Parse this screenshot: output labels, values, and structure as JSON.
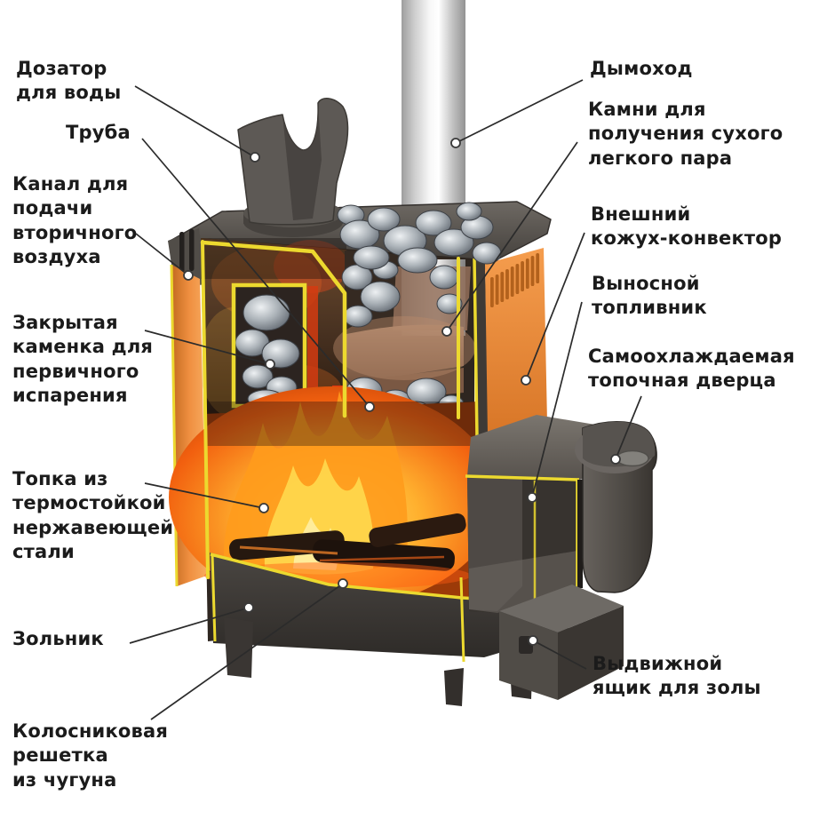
{
  "diagram_type": "sauna-stove-cutaway",
  "labels": {
    "left": [
      {
        "id": "dozator",
        "text": "Дозатор\nдля воды"
      },
      {
        "id": "truba",
        "text": "Труба"
      },
      {
        "id": "kanal",
        "text": "Канал для\nподачи\nвторичного\nвоздуха"
      },
      {
        "id": "zakrytaya",
        "text": "Закрытая\nкаменка для\nпервичного\nиспарения"
      },
      {
        "id": "topka",
        "text": "Топка из\nтермостойкой\nнержавеющей\nстали"
      },
      {
        "id": "zolnik",
        "text": "Зольник"
      },
      {
        "id": "kolosnik",
        "text": "Колосниковая\nрешетка\nиз чугуна"
      }
    ],
    "right": [
      {
        "id": "dymohod",
        "text": "Дымоход"
      },
      {
        "id": "kamni",
        "text": "Камни для\nполучения сухого\nлегкого пара"
      },
      {
        "id": "vneshniy",
        "text": "Внешний\nкожух-конвектор"
      },
      {
        "id": "vynosnoy",
        "text": "Выносной\nтопливник"
      },
      {
        "id": "samo",
        "text": "Самоохлаждаемая\nтопочная дверца"
      },
      {
        "id": "yashchik",
        "text": "Выдвижной\nящик для золы"
      }
    ]
  },
  "colors": {
    "background": "#ffffff",
    "label_text": "#1b1b1b",
    "leader_line": "#2b2b2b",
    "outline_yellow": "#ecd92f",
    "body_orange": "#ef9143",
    "vent_slot_brown": "#b2611c",
    "metal_dark": "#4c4843",
    "chrome_light": "#f5f5f5",
    "fire_core_yellow": "#ffd84d",
    "fire_mid_orange": "#ff9b1c",
    "fire_deep_red": "#b33b07",
    "stone_gray": "#aab1b7",
    "smoke_duct_brown": "#9b7a63",
    "hot_red": "#e0330f"
  }
}
